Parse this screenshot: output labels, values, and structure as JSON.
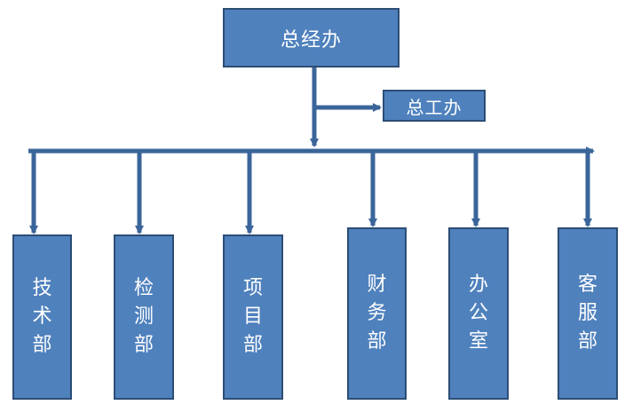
{
  "org_chart": {
    "root": {
      "label": "总经办"
    },
    "side": {
      "label": "总工办"
    },
    "departments": [
      {
        "label": "技术部"
      },
      {
        "label": "检测部"
      },
      {
        "label": "项目部"
      },
      {
        "label": "财务部"
      },
      {
        "label": "办公室"
      },
      {
        "label": "客服部"
      }
    ]
  },
  "colors": {
    "box_fill": "#4f81bd",
    "box_border": "#2c4d75",
    "connector": "#3a659a",
    "text": "#ffffff"
  }
}
